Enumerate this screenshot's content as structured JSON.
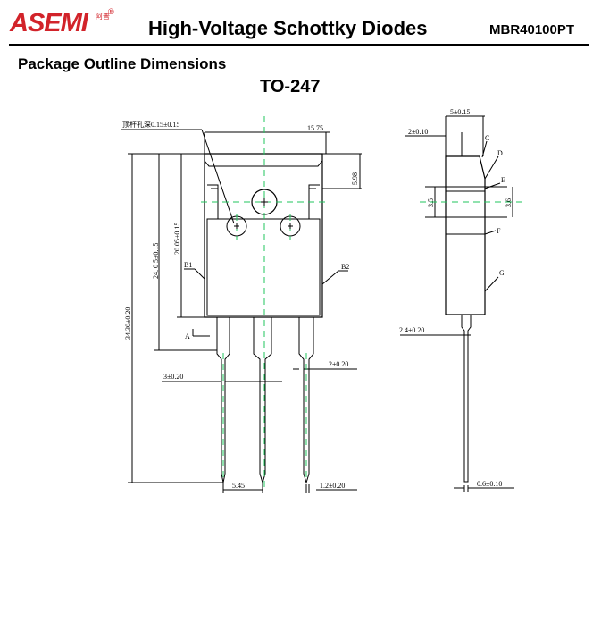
{
  "header": {
    "logo_text": "ASEMI",
    "logo_cn": "阿普",
    "logo_mark": "®",
    "title": "High-Voltage Schottky Diodes",
    "part_number": "MBR40100PT"
  },
  "section_title": "Package Outline Dimensions",
  "package_name": "TO-247",
  "front_view": {
    "hole_depth_note": "顶杆孔深0.15±0.15",
    "width_top": "15.75",
    "tab_height": "5.98",
    "dim_20_05": "20.05±0.15",
    "dim_24_05": "24. 0 5±0.15",
    "dim_34_30": "34.30±0.20",
    "label_b1": "B1",
    "label_b2": "B2",
    "label_a": "A",
    "lead_width_left": "3±0.20",
    "lead_width_right": "2±0.20",
    "pitch": "5.45",
    "lead_tip": "1.2±0.20"
  },
  "side_view": {
    "dim_top": "5±0.15",
    "dim_tab": "2±0.10",
    "label_c": "C",
    "label_d": "D",
    "label_e": "E",
    "label_f": "F",
    "label_g": "G",
    "dim_3_5": "3.5",
    "dim_3_6": "3.6",
    "dim_2_4": "2.4±0.20",
    "dim_lead": "0.6±0.10"
  }
}
